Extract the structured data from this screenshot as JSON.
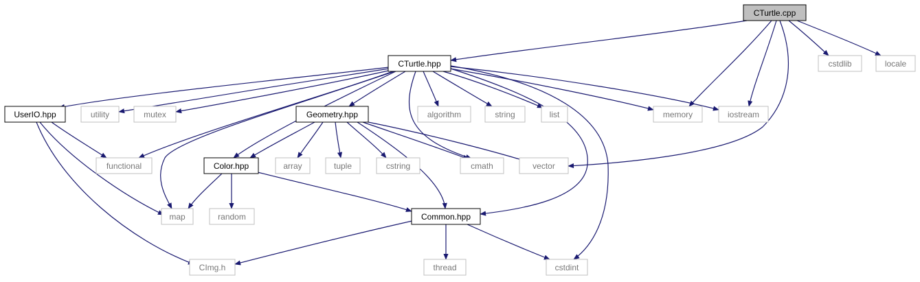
{
  "colors": {
    "edge": "#191970",
    "root_fill": "#bfbfbf",
    "local_border": "#000000",
    "system_border": "#bfbfbf",
    "system_text": "#777777",
    "background": "#ffffff"
  },
  "nodes": {
    "cturtle_cpp": {
      "label": "CTurtle.cpp",
      "kind": "root"
    },
    "cturtle_hpp": {
      "label": "CTurtle.hpp",
      "kind": "local"
    },
    "cstdlib": {
      "label": "cstdlib",
      "kind": "system"
    },
    "locale": {
      "label": "locale",
      "kind": "system"
    },
    "userio_hpp": {
      "label": "UserIO.hpp",
      "kind": "local"
    },
    "utility": {
      "label": "utility",
      "kind": "system"
    },
    "mutex": {
      "label": "mutex",
      "kind": "system"
    },
    "geometry_hpp": {
      "label": "Geometry.hpp",
      "kind": "local"
    },
    "algorithm": {
      "label": "algorithm",
      "kind": "system"
    },
    "string": {
      "label": "string",
      "kind": "system"
    },
    "list": {
      "label": "list",
      "kind": "system"
    },
    "memory": {
      "label": "memory",
      "kind": "system"
    },
    "iostream": {
      "label": "iostream",
      "kind": "system"
    },
    "functional": {
      "label": "functional",
      "kind": "system"
    },
    "color_hpp": {
      "label": "Color.hpp",
      "kind": "local"
    },
    "array": {
      "label": "array",
      "kind": "system"
    },
    "tuple": {
      "label": "tuple",
      "kind": "system"
    },
    "cstring": {
      "label": "cstring",
      "kind": "system"
    },
    "cmath": {
      "label": "cmath",
      "kind": "system"
    },
    "vector": {
      "label": "vector",
      "kind": "system"
    },
    "map": {
      "label": "map",
      "kind": "system"
    },
    "random": {
      "label": "random",
      "kind": "system"
    },
    "common_hpp": {
      "label": "Common.hpp",
      "kind": "local"
    },
    "cimg_h": {
      "label": "CImg.h",
      "kind": "system"
    },
    "thread": {
      "label": "thread",
      "kind": "system"
    },
    "cstdint": {
      "label": "cstdint",
      "kind": "system"
    }
  },
  "edges": [
    [
      "cturtle_cpp",
      "cturtle_hpp"
    ],
    [
      "cturtle_cpp",
      "cstdlib"
    ],
    [
      "cturtle_cpp",
      "locale"
    ],
    [
      "cturtle_cpp",
      "memory"
    ],
    [
      "cturtle_cpp",
      "iostream"
    ],
    [
      "cturtle_cpp",
      "vector"
    ],
    [
      "cturtle_hpp",
      "userio_hpp"
    ],
    [
      "cturtle_hpp",
      "utility"
    ],
    [
      "cturtle_hpp",
      "mutex"
    ],
    [
      "cturtle_hpp",
      "functional"
    ],
    [
      "cturtle_hpp",
      "map"
    ],
    [
      "cturtle_hpp",
      "color_hpp"
    ],
    [
      "cturtle_hpp",
      "geometry_hpp"
    ],
    [
      "cturtle_hpp",
      "algorithm"
    ],
    [
      "cturtle_hpp",
      "string"
    ],
    [
      "cturtle_hpp",
      "list"
    ],
    [
      "cturtle_hpp",
      "memory"
    ],
    [
      "cturtle_hpp",
      "iostream"
    ],
    [
      "cturtle_hpp",
      "cmath"
    ],
    [
      "cturtle_hpp",
      "common_hpp"
    ],
    [
      "cturtle_hpp",
      "cstdint"
    ],
    [
      "userio_hpp",
      "functional"
    ],
    [
      "userio_hpp",
      "map"
    ],
    [
      "userio_hpp",
      "cimg_h"
    ],
    [
      "geometry_hpp",
      "color_hpp"
    ],
    [
      "geometry_hpp",
      "array"
    ],
    [
      "geometry_hpp",
      "tuple"
    ],
    [
      "geometry_hpp",
      "cstring"
    ],
    [
      "geometry_hpp",
      "cmath"
    ],
    [
      "geometry_hpp",
      "vector"
    ],
    [
      "geometry_hpp",
      "common_hpp"
    ],
    [
      "color_hpp",
      "map"
    ],
    [
      "color_hpp",
      "random"
    ],
    [
      "color_hpp",
      "common_hpp"
    ],
    [
      "common_hpp",
      "cimg_h"
    ],
    [
      "common_hpp",
      "thread"
    ],
    [
      "common_hpp",
      "cstdint"
    ]
  ]
}
